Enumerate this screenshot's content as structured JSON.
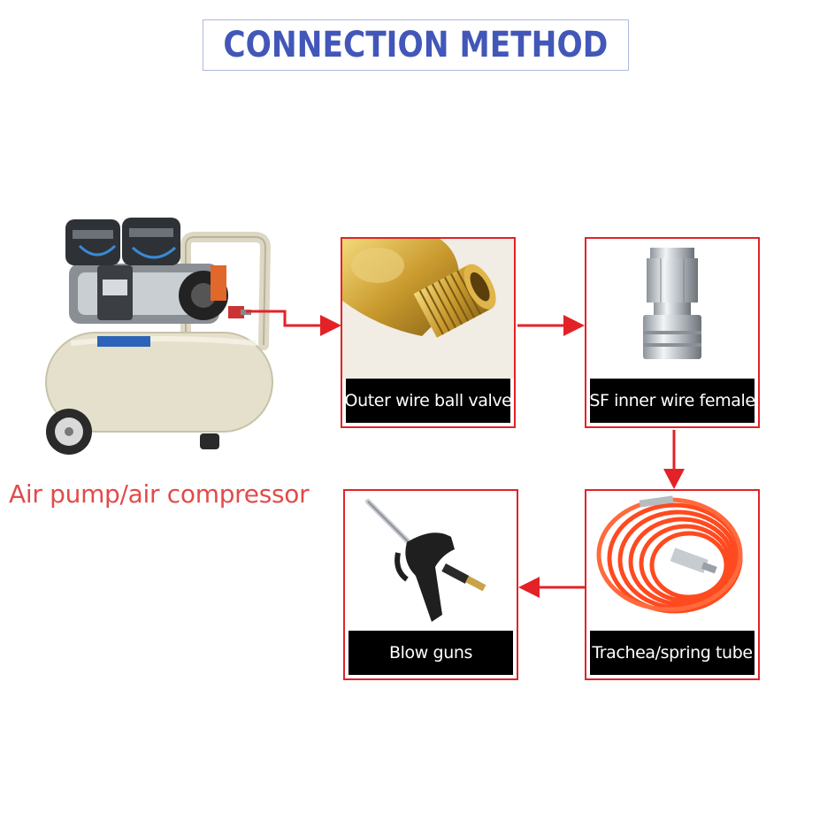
{
  "title": "CONNECTION METHOD",
  "source_label": "Air pump/air compressor",
  "steps": [
    {
      "label": "Outer wire ball valve",
      "icon": "ball-valve-thread-icon"
    },
    {
      "label": "SF inner wire female",
      "icon": "quick-coupler-female-icon"
    },
    {
      "label": "Trachea/spring tube",
      "icon": "coiled-spring-hose-icon"
    },
    {
      "label": "Blow guns",
      "icon": "air-blow-gun-icon"
    }
  ],
  "colors": {
    "title": "#4257b8",
    "accent_red": "#e32227",
    "caption": "#e34a4a",
    "label_bg": "#000000",
    "label_text": "#ffffff",
    "hose": "#ff4a1f"
  }
}
